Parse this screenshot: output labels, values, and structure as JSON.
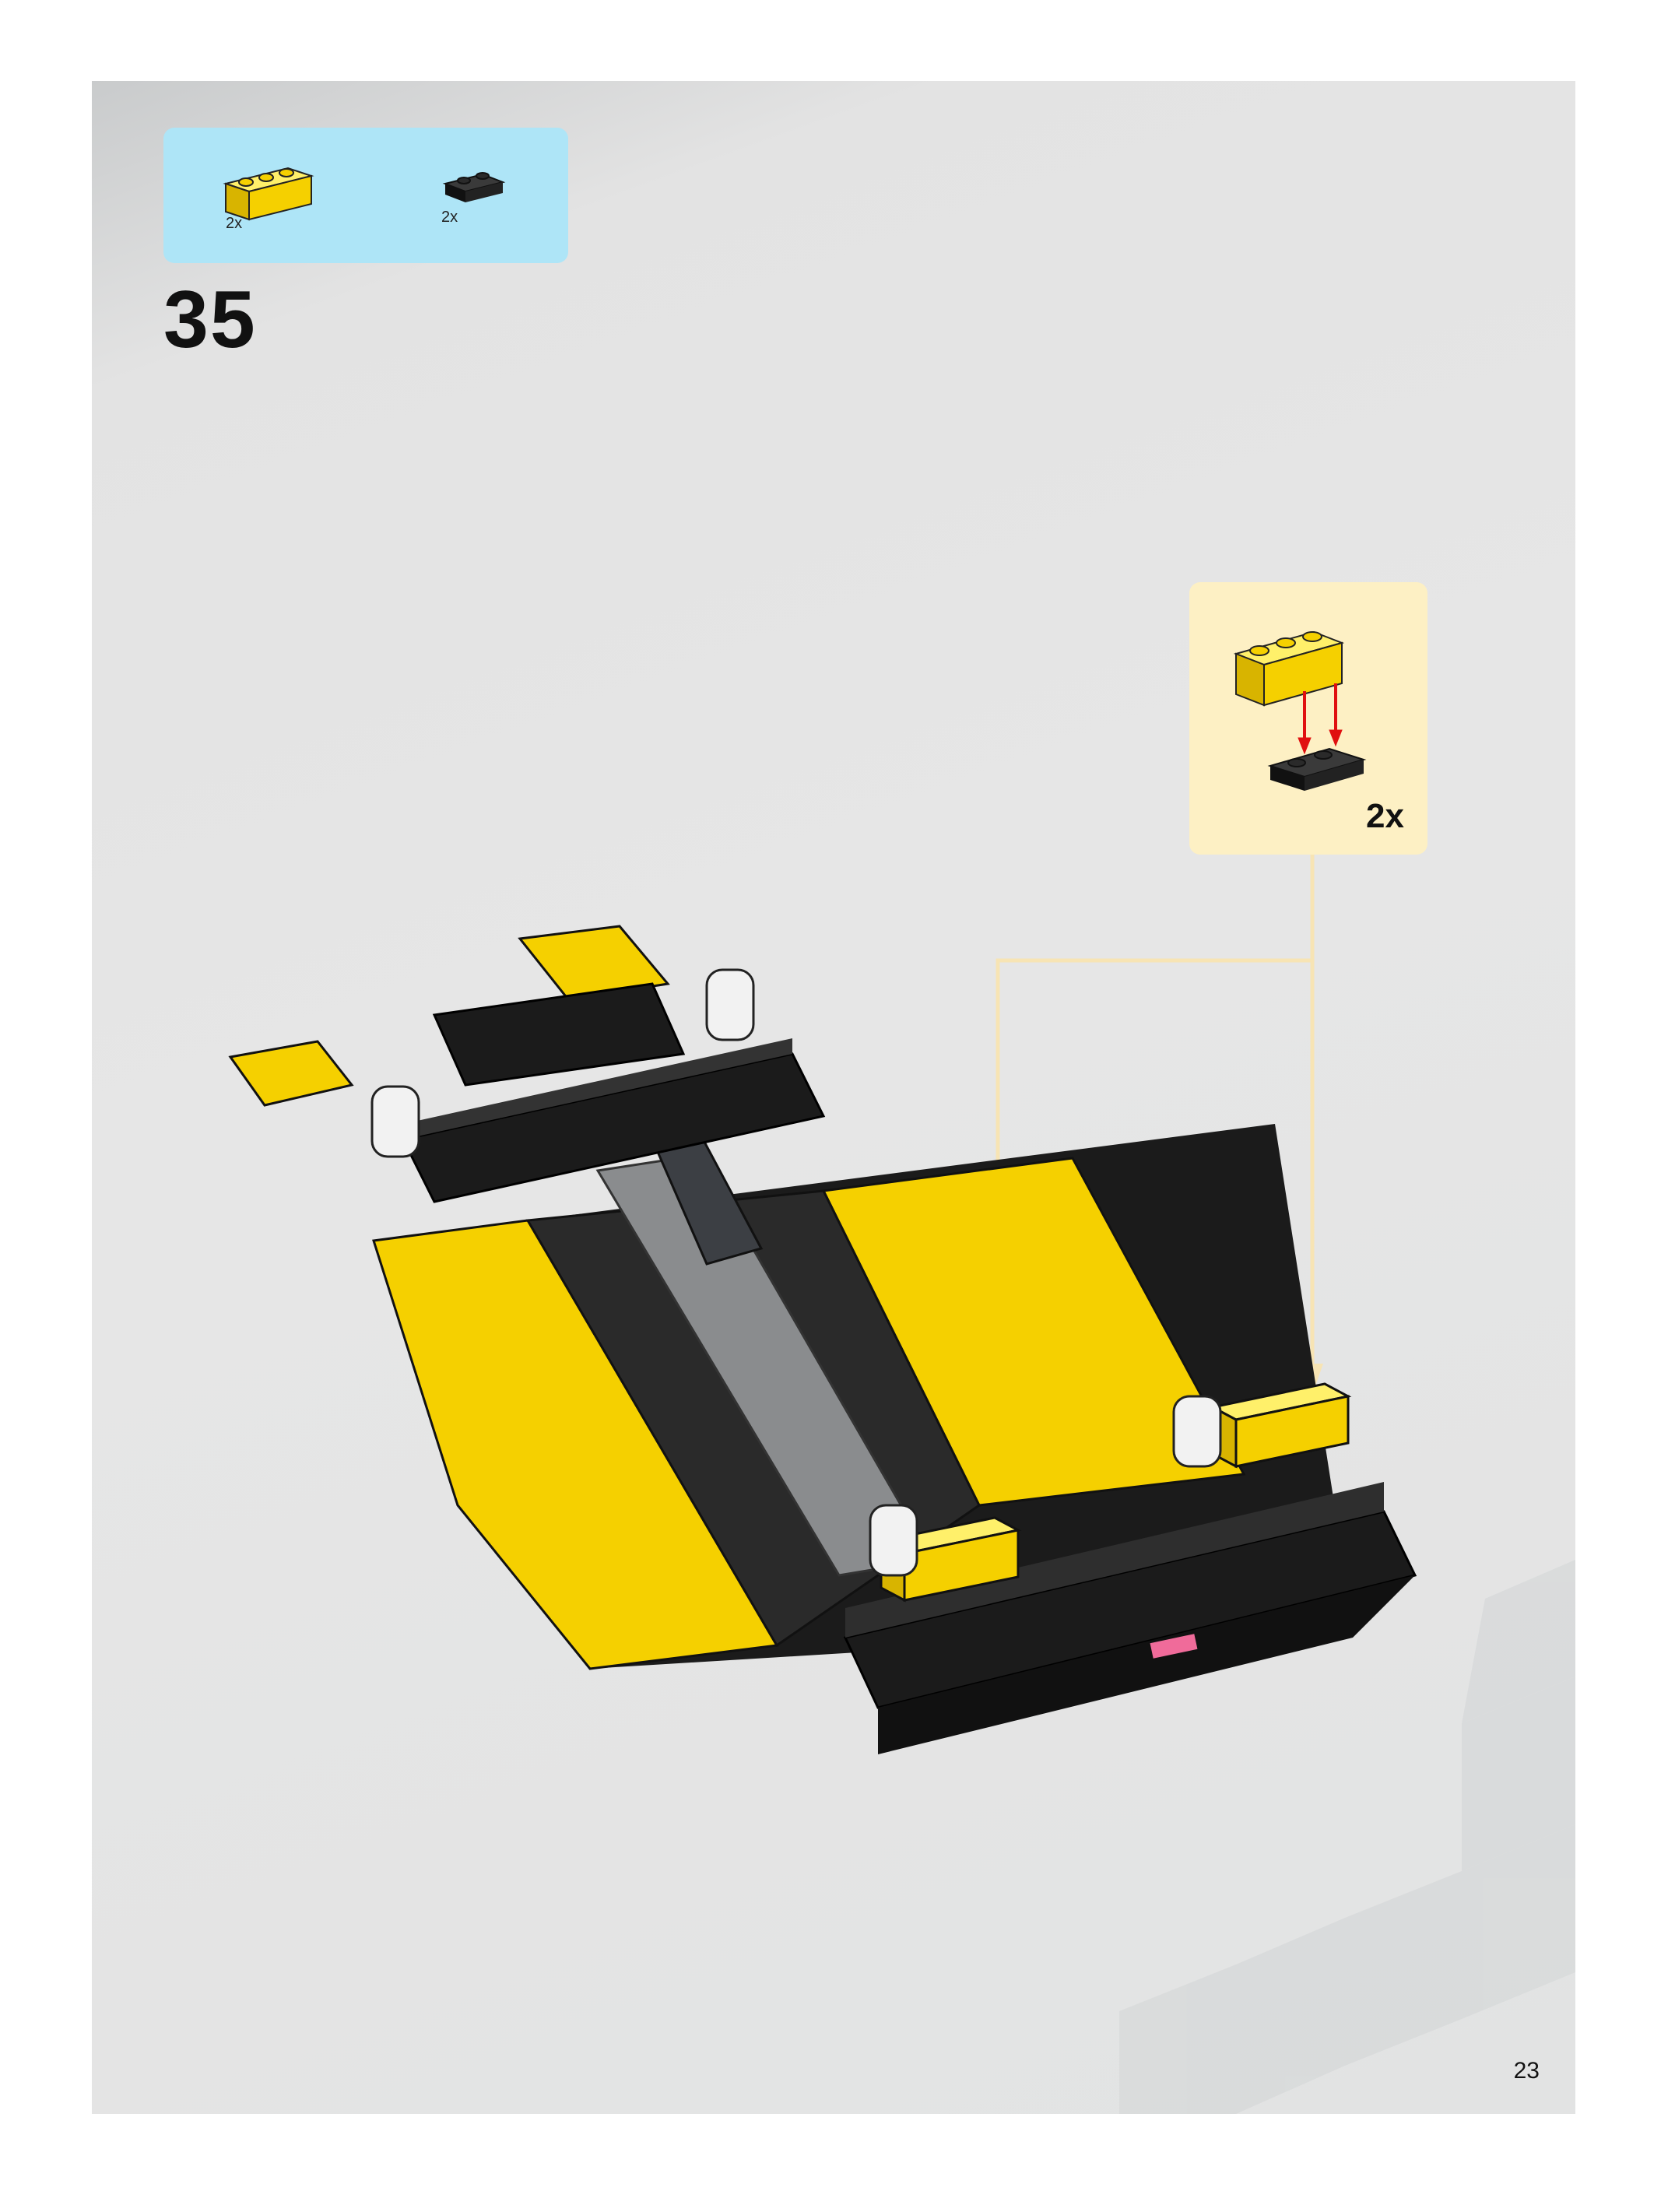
{
  "step": {
    "number": "35"
  },
  "parts_list": {
    "items": [
      {
        "name": "yellow-brick-1x3",
        "color": "#f5d000",
        "quantity": "2x"
      },
      {
        "name": "black-plate-1x2",
        "color": "#1b1b1b",
        "quantity": "2x"
      }
    ]
  },
  "subassembly": {
    "quantity": "2x",
    "arrow_color": "#e01010"
  },
  "page": {
    "number": "23"
  },
  "colors": {
    "parts_box": "#aee5f7",
    "callout": "#fdf0c4",
    "pointer_line": "#f7e4b4",
    "yellow": "#f5d000",
    "black": "#1b1b1b",
    "grey": "#8a8c8e"
  }
}
